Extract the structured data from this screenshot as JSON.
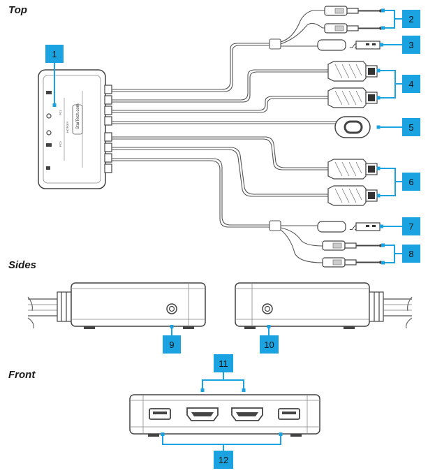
{
  "sections": {
    "top": "Top",
    "sides": "Sides",
    "front": "Front"
  },
  "device": {
    "brand": "StarTech.com",
    "port_labels": [
      "PC1",
      "PC2"
    ],
    "hotkey_label": "HOTKEY"
  },
  "callouts": [
    {
      "number": "1",
      "target": "Hub body"
    },
    {
      "number": "2",
      "target": "Audio connectors"
    },
    {
      "number": "3",
      "target": "USB connector"
    },
    {
      "number": "4",
      "target": "Video connectors"
    },
    {
      "number": "5",
      "target": "Remote button"
    },
    {
      "number": "6",
      "target": "Video connectors"
    },
    {
      "number": "7",
      "target": "USB connector"
    },
    {
      "number": "8",
      "target": "Audio connectors"
    },
    {
      "number": "9",
      "target": "Side port"
    },
    {
      "number": "10",
      "target": "Side port"
    },
    {
      "number": "11",
      "target": "Front video ports"
    },
    {
      "number": "12",
      "target": "Front USB ports"
    }
  ],
  "colors": {
    "callout_box": "#1aa3e0",
    "callout_text": "#111111",
    "leader_line": "#1aa3e0",
    "outline": "#444444",
    "device_fill": "#ffffff",
    "cable": "#555555"
  }
}
